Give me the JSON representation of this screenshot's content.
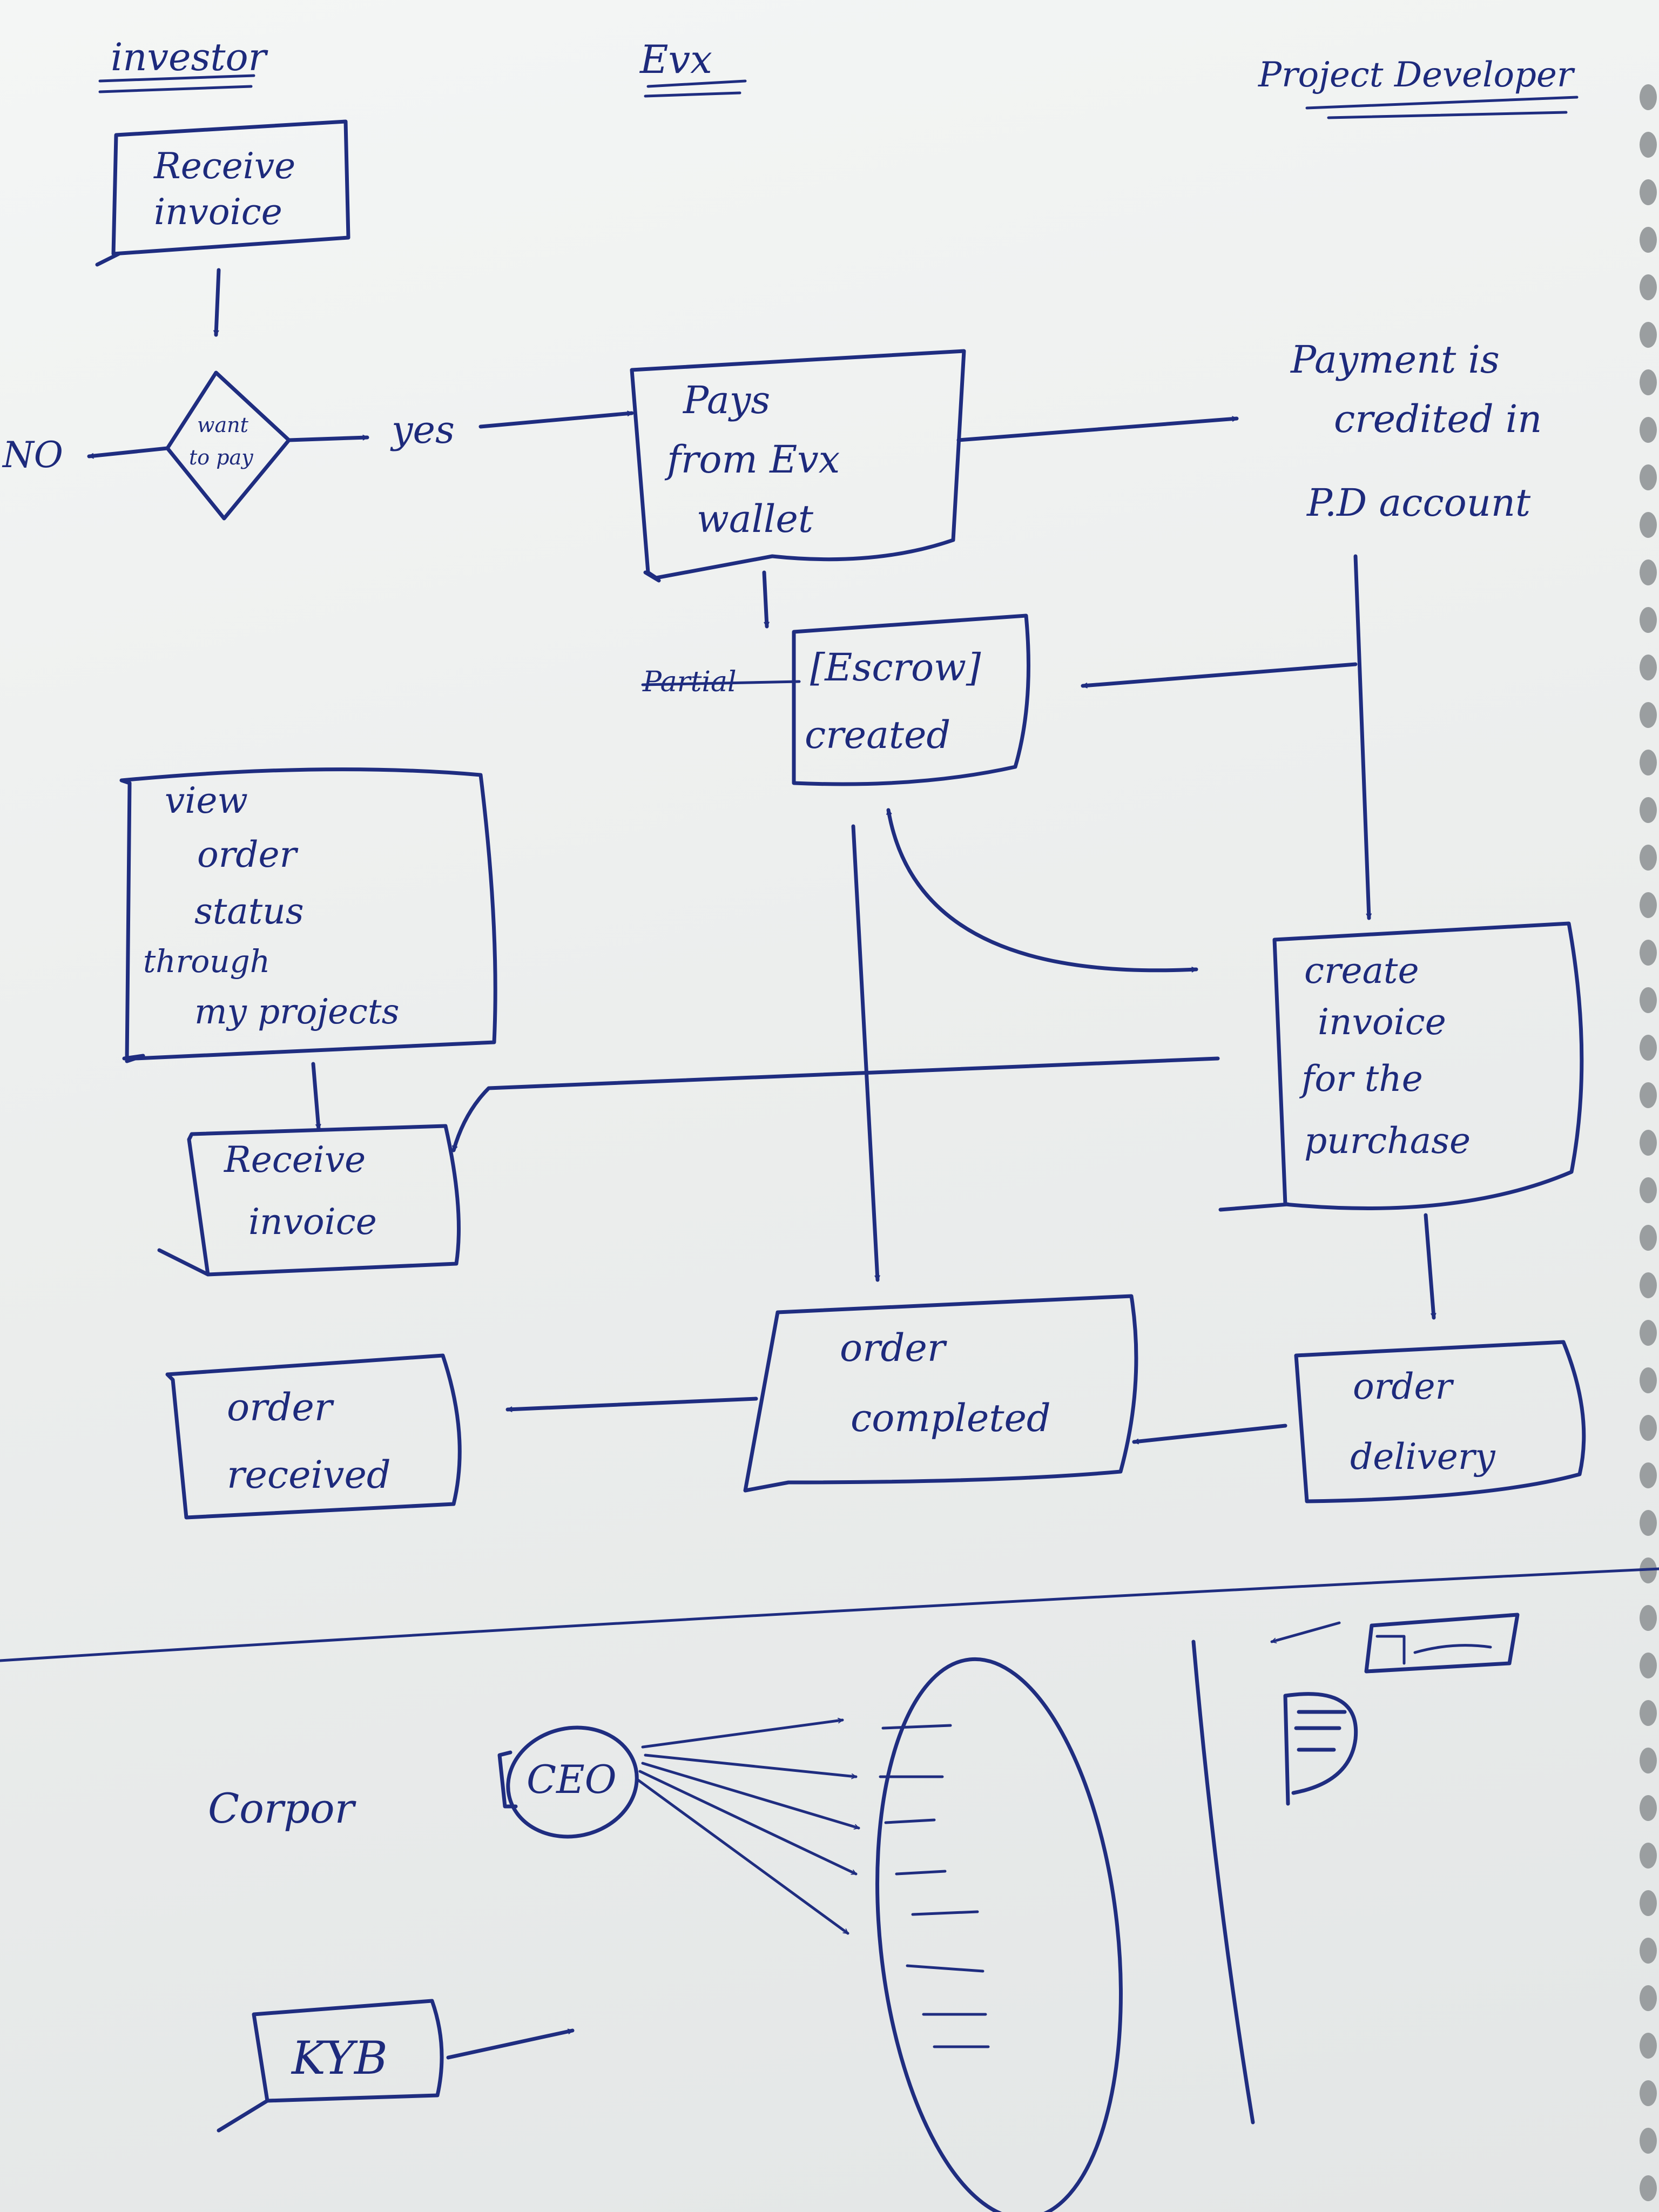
{
  "lanes": {
    "investor": "investor",
    "evx": "Evx",
    "project_developer": "Project Developer"
  },
  "nodes": {
    "receive_invoice_top": [
      "Receive",
      "invoice"
    ],
    "want_to_pay": [
      "want",
      "to pay"
    ],
    "no": "NO",
    "yes": "yes",
    "pays_from_wallet": [
      "Pays",
      "from Evx",
      "wallet"
    ],
    "payment_credited": [
      "Payment is",
      "credited in",
      "P.D account"
    ],
    "escrow_strike": "Partial",
    "escrow": [
      "[Escrow]",
      "created"
    ],
    "view_order_status": [
      "view",
      "order",
      "status",
      "through",
      "my projects"
    ],
    "create_invoice": [
      "create",
      "invoice",
      "for the",
      "purchase"
    ],
    "receive_invoice_mid": [
      "Receive",
      "invoice"
    ],
    "order_completed": [
      "order",
      "completed"
    ],
    "order_delivery": [
      "order",
      "delivery"
    ],
    "order_received": [
      "order",
      "received"
    ]
  },
  "lower_sketch": {
    "corporate": "Corpor",
    "ceo": "CEO",
    "kyb": "KYB"
  }
}
